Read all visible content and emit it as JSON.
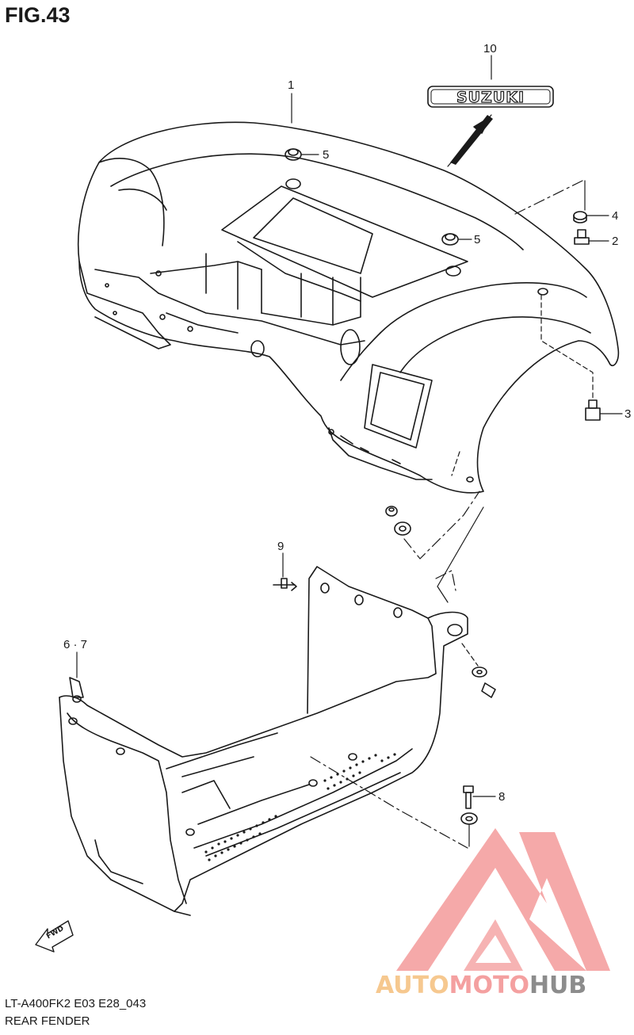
{
  "figure": {
    "title": "FIG.43",
    "code": "LT-A400FK2 E03 E28_043",
    "name": "REAR FENDER",
    "emblem_text": "SUZUKI",
    "fwd_text": "FWD"
  },
  "callouts": {
    "c1": "1",
    "c2": "2",
    "c3": "3",
    "c4": "4",
    "c5a": "5",
    "c5b": "5",
    "c67": "6 · 7",
    "c8": "8",
    "c9": "9",
    "c10": "10"
  },
  "watermark": {
    "part1": "AUTO",
    "part2": "MOTO",
    "part3": "HUB",
    "color_auto": "#f6c88f",
    "color_moto": "#f4a0a0",
    "color_hub": "#8c8c8c"
  }
}
